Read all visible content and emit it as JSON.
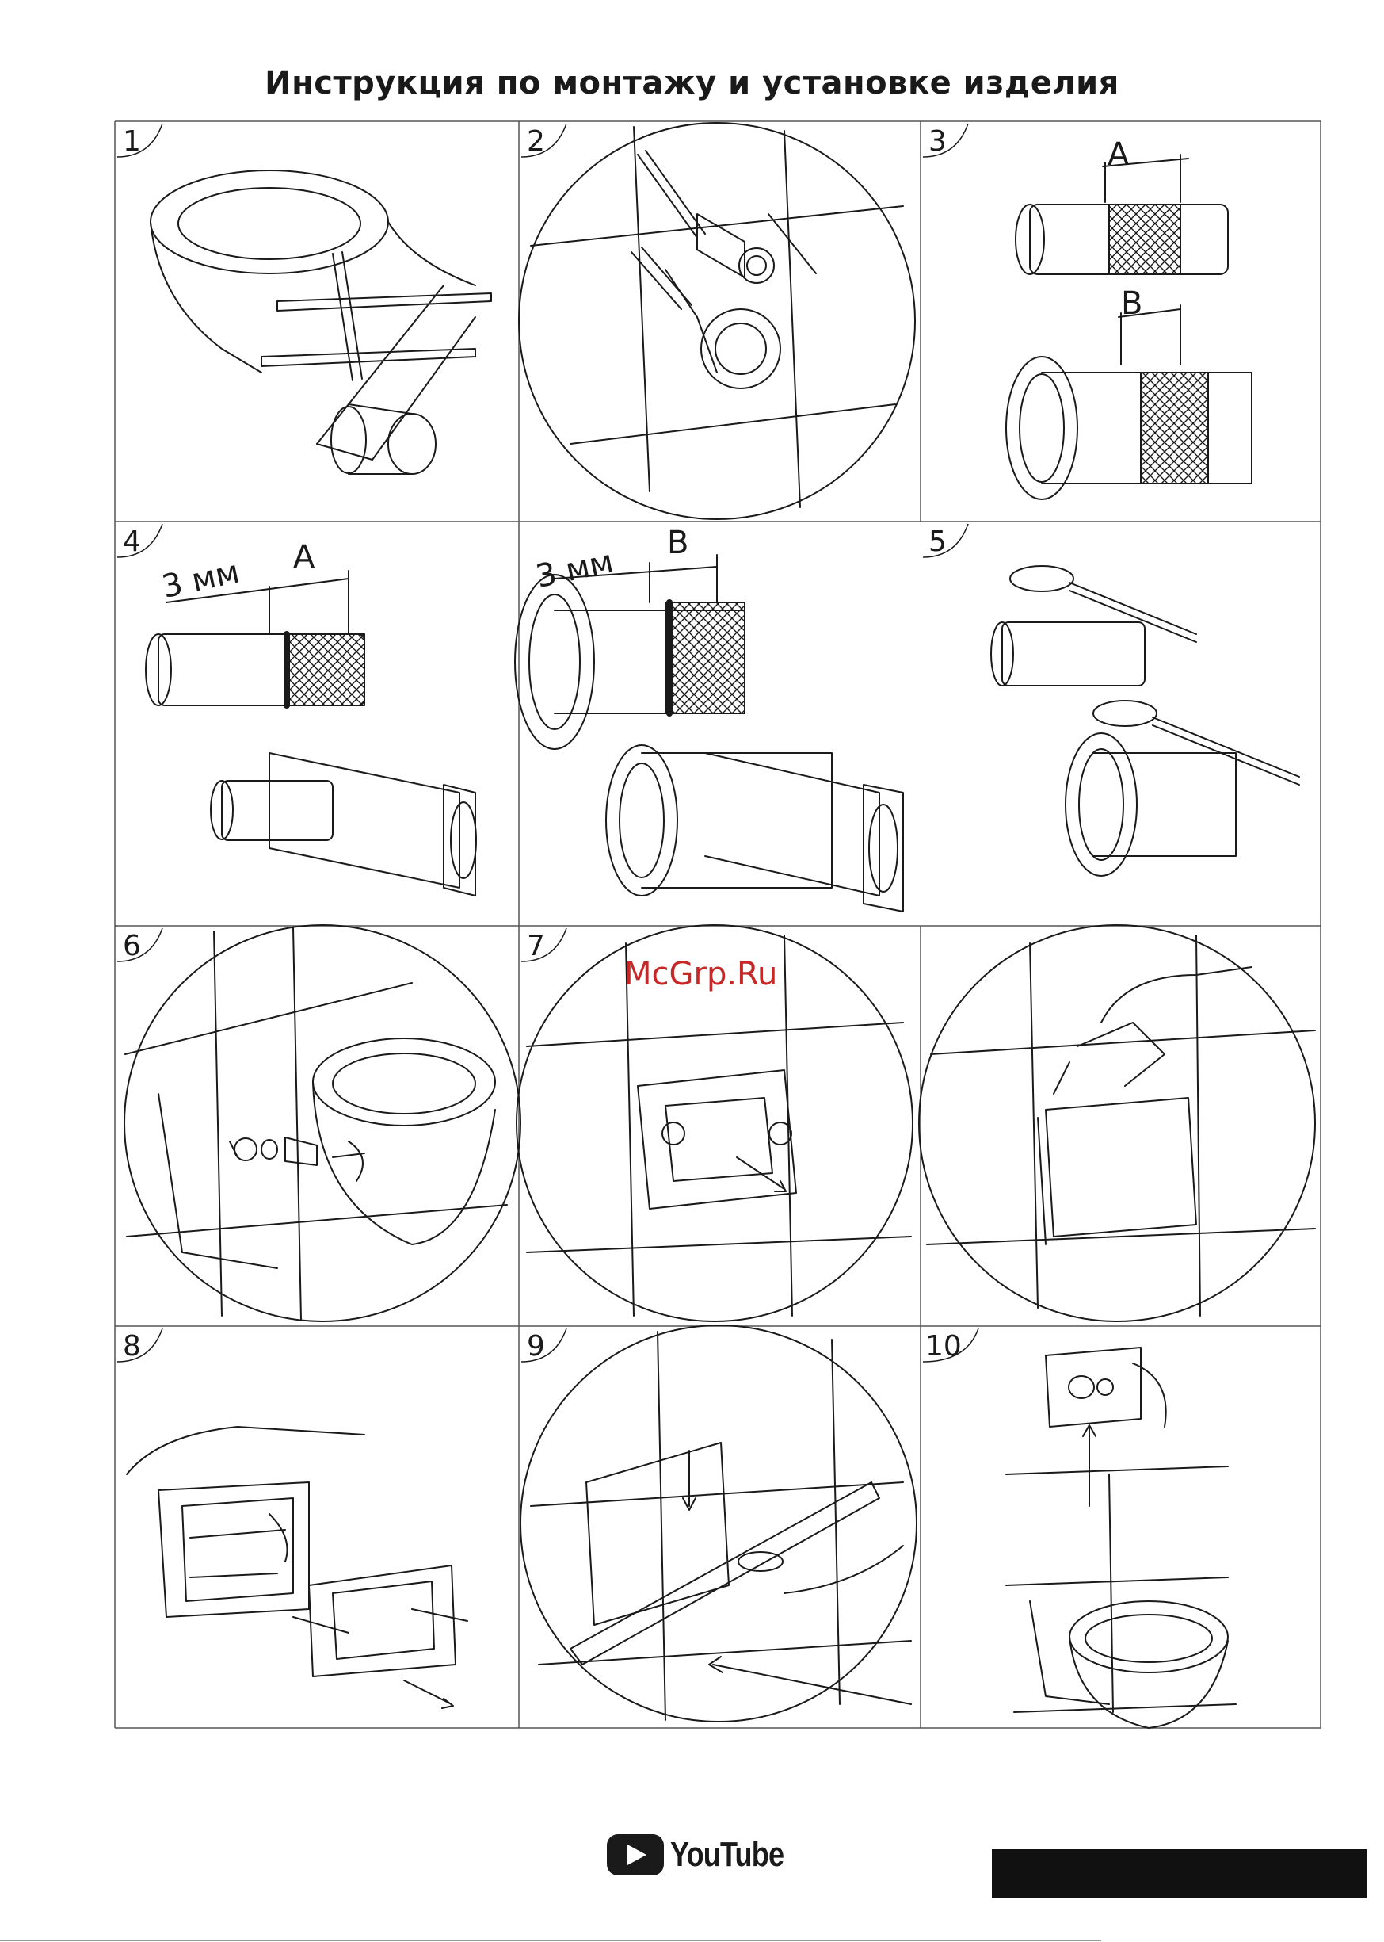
{
  "title": "Инструкция по монтажу и установке изделия",
  "steps": [
    "1",
    "2",
    "3",
    "4",
    "5",
    "6",
    "7",
    "8",
    "9",
    "10"
  ],
  "dimensions": {
    "label_a": "A",
    "label_b": "B",
    "gap_3mm": "3 мм"
  },
  "watermark": "McGrp.Ru",
  "footer": {
    "brand": "YouTube"
  },
  "colors": {
    "watermark": "#c62828",
    "lines": "#1a1a1a"
  }
}
